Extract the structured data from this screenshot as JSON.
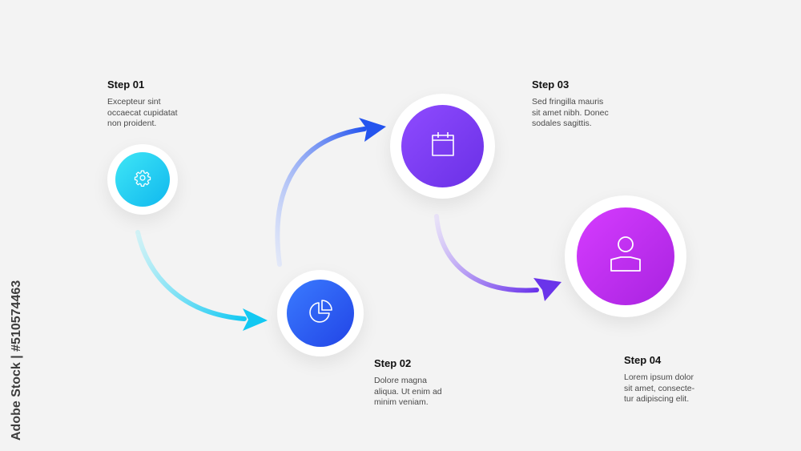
{
  "steps": [
    {
      "title": "Step 01",
      "text": "Excepteur sint\noccaecat cupidatat\nnon proident.",
      "icon": "gear-icon"
    },
    {
      "title": "Step 02",
      "text": "Dolore magna\naliqua. Ut enim ad\nminim veniam.",
      "icon": "pie-chart-icon"
    },
    {
      "title": "Step 03",
      "text": "Sed fringilla mauris\nsit amet nibh. Donec\nsodales sagittis.",
      "icon": "calendar-icon"
    },
    {
      "title": "Step 04",
      "text": "Lorem ipsum dolor\nsit amet, consecte-\ntur adipiscing elit.",
      "icon": "user-icon"
    }
  ],
  "colors": {
    "background": "#f3f3f3",
    "step1": "#1ed2f0",
    "step2": "#2a59f0",
    "step3": "#7a3cf0",
    "step4": "#c22cf0"
  },
  "watermark": "Adobe Stock | #510574463"
}
